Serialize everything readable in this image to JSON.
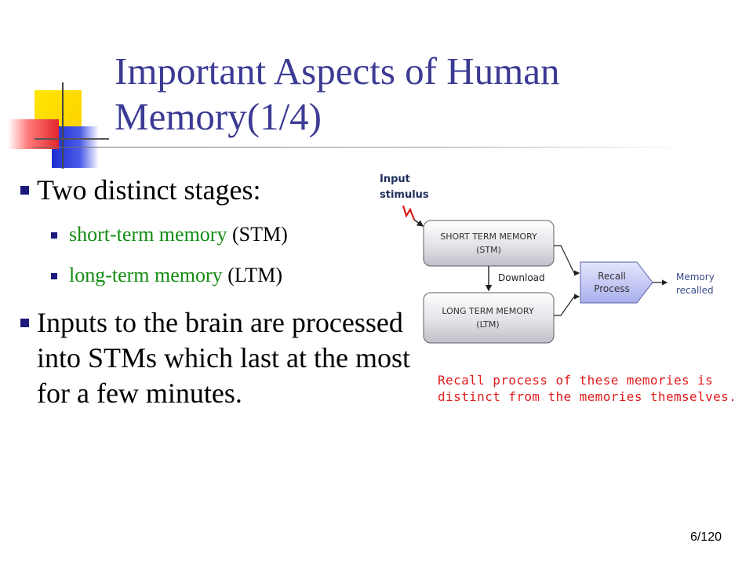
{
  "slide": {
    "title": "Important Aspects of Human Memory(1/4)",
    "page_number": "6/120"
  },
  "bullets": [
    {
      "text": "Two distinct stages:"
    },
    {
      "text": "Inputs to the brain are processed into STMs which last at the most for a few minutes."
    }
  ],
  "sub_bullets": [
    {
      "term": "short-term memory",
      "abbr": "(STM)"
    },
    {
      "term": "long-term memory",
      "abbr": "(LTM)"
    }
  ],
  "diagram": {
    "input_label_line1": "Input",
    "input_label_line2": "stimulus",
    "stm_line1": "SHORT TERM MEMORY",
    "stm_line2": "(STM)",
    "ltm_line1": "LONG TERM MEMORY",
    "ltm_line2": "(LTM)",
    "download_label": "Download",
    "recall_line1": "Recall",
    "recall_line2": "Process",
    "output_line1": "Memory",
    "output_line2": "recalled",
    "note": "Recall process of these memories is distinct from the memories themselves."
  },
  "colors": {
    "title": "#3b3b94",
    "sub_bullet_terms": "#138c13",
    "note": "#e01b1b",
    "input_label": "#1e2f5c",
    "output_label": "#3a4a8c",
    "recall_fill": "#c7cbf2"
  }
}
